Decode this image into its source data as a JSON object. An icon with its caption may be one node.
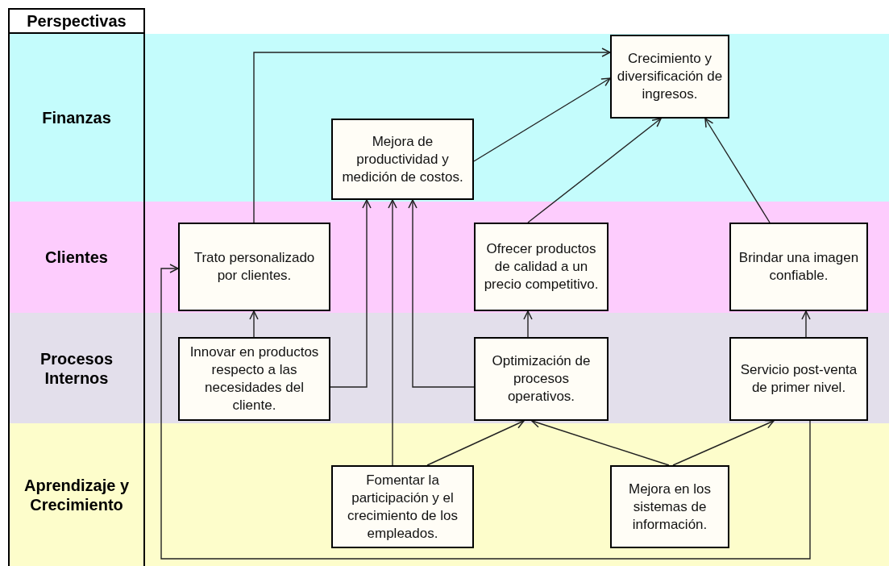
{
  "diagram": {
    "nodes": [
      {
        "text": [
          "Finanzas"
        ]
      },
      {
        "text": [
          "Clientes"
        ]
      },
      {
        "text": [
          "Procesos Internos"
        ]
      },
      {
        "text": [
          "Aprendizaje y Crecimiento"
        ]
      },
      {
        "text": [
          "Crecimiento y diversificación de ingresos."
        ],
        "in": 0
      },
      {
        "text": [
          "Mejora de productividad y medición de costos."
        ],
        "in": 0
      },
      {
        "text": [
          "Trato personalizado por clientes."
        ],
        "in": 1
      },
      {
        "text": [
          "Ofrecer productos de calidad a un precio competitivo."
        ],
        "in": 1
      },
      {
        "text": [
          "Brindar una imagen confiable."
        ],
        "in": 1
      },
      {
        "text": [
          "Innovar en productos respecto a las necesidades del cliente."
        ],
        "in": 2
      },
      {
        "text": [
          "Optimización de procesos operativos."
        ],
        "in": 2
      },
      {
        "text": [
          "Servicio post-venta de primer nivel."
        ],
        "in": 2
      },
      {
        "text": [
          "Fomentar la participación y el crecimiento de los empleados."
        ],
        "in": 3
      },
      {
        "text": [
          "Mejora en los sistemas de información."
        ],
        "in": 3
      }
    ],
    "edges": [
      {
        "from": 6,
        "to": 4,
        "arrow": "to"
      },
      {
        "from": 5,
        "to": 4,
        "arrow": "to"
      },
      {
        "from": 7,
        "to": 4,
        "arrow": "to"
      },
      {
        "from": 8,
        "to": 4,
        "arrow": "to"
      },
      {
        "from": 9,
        "to": 6,
        "arrow": "to"
      },
      {
        "from": 9,
        "to": 5,
        "arrow": "to"
      },
      {
        "from": 12,
        "to": 5,
        "arrow": "to"
      },
      {
        "from": 10,
        "to": 5,
        "arrow": "to"
      },
      {
        "from": 10,
        "to": 7,
        "arrow": "to"
      },
      {
        "from": 11,
        "to": 8,
        "arrow": "to"
      },
      {
        "from": 12,
        "to": 10,
        "arrow": "to"
      },
      {
        "from": 13,
        "to": 10,
        "arrow": "to"
      },
      {
        "from": 13,
        "to": 11,
        "arrow": "to"
      },
      {
        "from": 11,
        "to": 6,
        "arrow": "to"
      }
    ],
    "labels": [
      "Perspectivas"
    ]
  }
}
